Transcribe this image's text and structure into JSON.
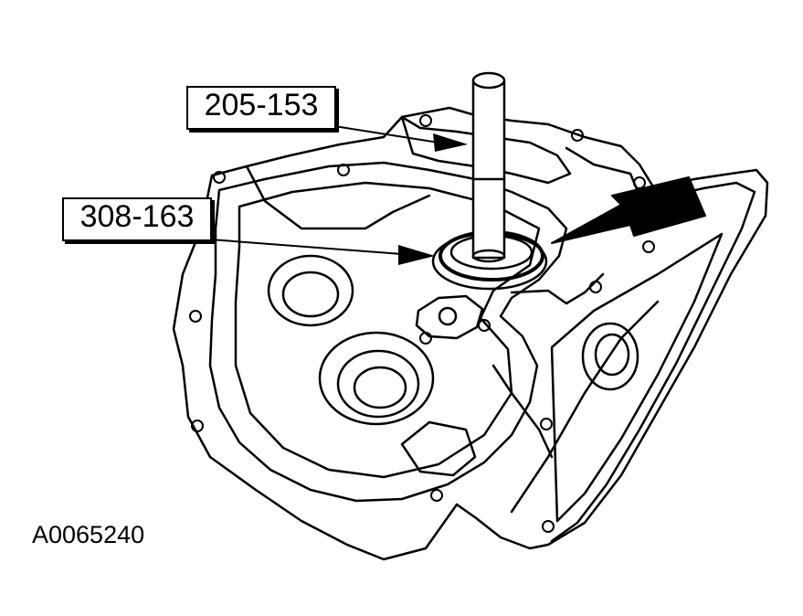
{
  "figure": {
    "callouts": [
      {
        "label": "205-153"
      },
      {
        "label": "308-163"
      }
    ],
    "figure_id": "A0065240",
    "line_color": "#000000",
    "background_color": "#ffffff"
  }
}
